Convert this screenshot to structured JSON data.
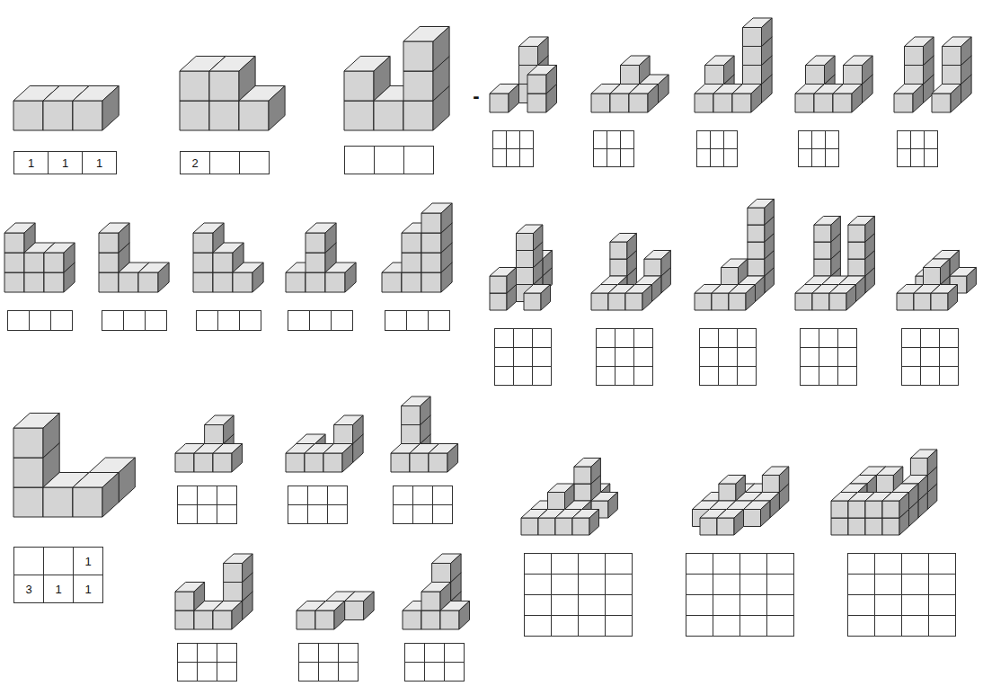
{
  "diagram": {
    "labels": [
      "1",
      "1",
      "1",
      "2",
      "1",
      "3",
      "1",
      "1",
      "-"
    ]
  }
}
